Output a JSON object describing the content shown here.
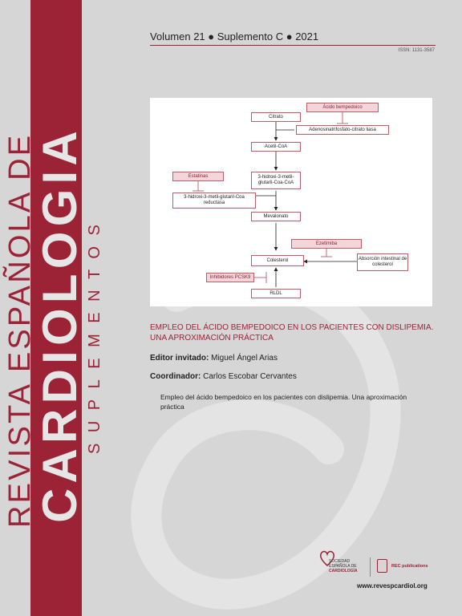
{
  "journal": {
    "name_line1": "REVISTA ESPAÑOLA DE",
    "name_line2": "CARDIOLOGIA",
    "name_line3": "SUPLEMENTOS",
    "issue": "Volumen 21 ● Suplemento C ● 2021",
    "issn": "ISSN: 1131-3587",
    "url": "www.revespcardiol.org"
  },
  "diagram": {
    "nodes": {
      "citrato": "Citrato",
      "acl": "Adenosinatrifosfato-citrato liasa",
      "acetil": "Acetil-CoA",
      "hmg": "3-hidroxi-3-metil-glutaril-Coa-CoA",
      "hmgr": "3-hidroxi-3-metil-glutaril-Coa reductasa",
      "mevalonato": "Mevalonato",
      "colesterol": "Colesterol",
      "absorcion": "Absorción intestinal de colesterol",
      "rldl": "RLDL"
    },
    "inhibitors": {
      "bempedoico": "Ácido bempedoico",
      "estatinas": "Estatinas",
      "ezetimiba": "Ezetimiba",
      "pcsk9": "Inhibidores PCSK9"
    }
  },
  "cover": {
    "title": "EMPLEO DEL ÁCIDO BEMPEDOICO EN LOS PACIENTES CON DISLIPEMIA. UNA APROXIMACIÓN PRÁCTICA",
    "editor_label": "Editor invitado:",
    "editor_name": "Miguel Ángel Arias",
    "coord_label": "Coordinador:",
    "coord_name": "Carlos Escobar Cervantes",
    "article": "Empleo del ácido bempedoico en los pacientes con dislipemia. Una aproximación práctica"
  },
  "logos": {
    "sec_line1": "SOCIEDAD",
    "sec_line2": "ESPAÑOLA DE",
    "sec_line3": "CARDIOLOGÍA",
    "rec": "REC publications"
  },
  "colors": {
    "accent": "#9b2335",
    "background": "#d6d6d6",
    "inhibitor_fill": "#f3d6da"
  }
}
